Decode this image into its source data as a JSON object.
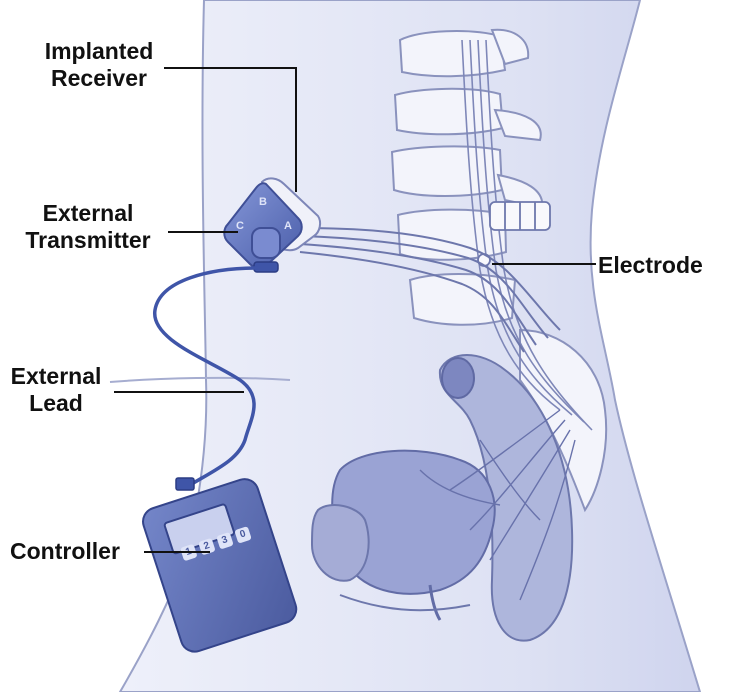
{
  "labels": {
    "implanted_receiver": [
      "Implanted",
      "Receiver"
    ],
    "external_transmitter": [
      "External",
      "Transmitter"
    ],
    "electrode": "Electrode",
    "external_lead": [
      "External",
      "Lead"
    ],
    "controller": "Controller"
  },
  "device": {
    "receiver_port_letters": [
      "A",
      "B",
      "C"
    ],
    "controller_buttons": [
      "1",
      "2",
      "3",
      "0"
    ]
  },
  "colors": {
    "body_fill": "#dfe3f4",
    "outline": "#8a92bd",
    "device_blue": "#5f72bf",
    "lead_blue": "#3f55a8",
    "leader_line": "#111111"
  }
}
